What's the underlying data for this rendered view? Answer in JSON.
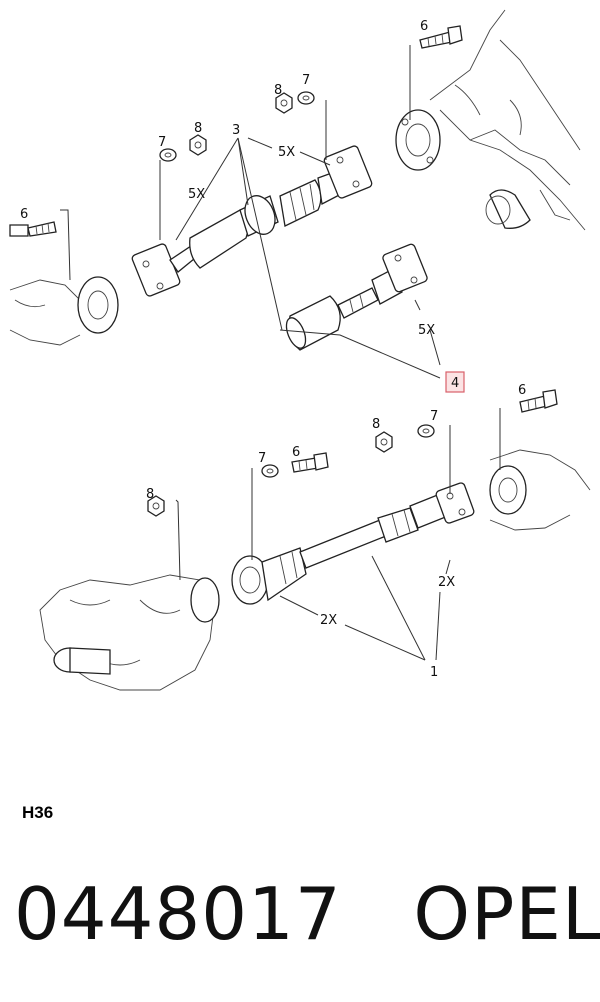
{
  "diagram": {
    "callouts": {
      "c1": "1",
      "c3": "3",
      "c4": "4",
      "c6": "6",
      "c7": "7",
      "c8": "8"
    },
    "multipliers": {
      "five_x": "5X",
      "two_x": "2X"
    },
    "highlight_color": "#d9606a"
  },
  "footer": {
    "section_code": "H36",
    "part_number": "0448017",
    "brand": "OPEL"
  }
}
